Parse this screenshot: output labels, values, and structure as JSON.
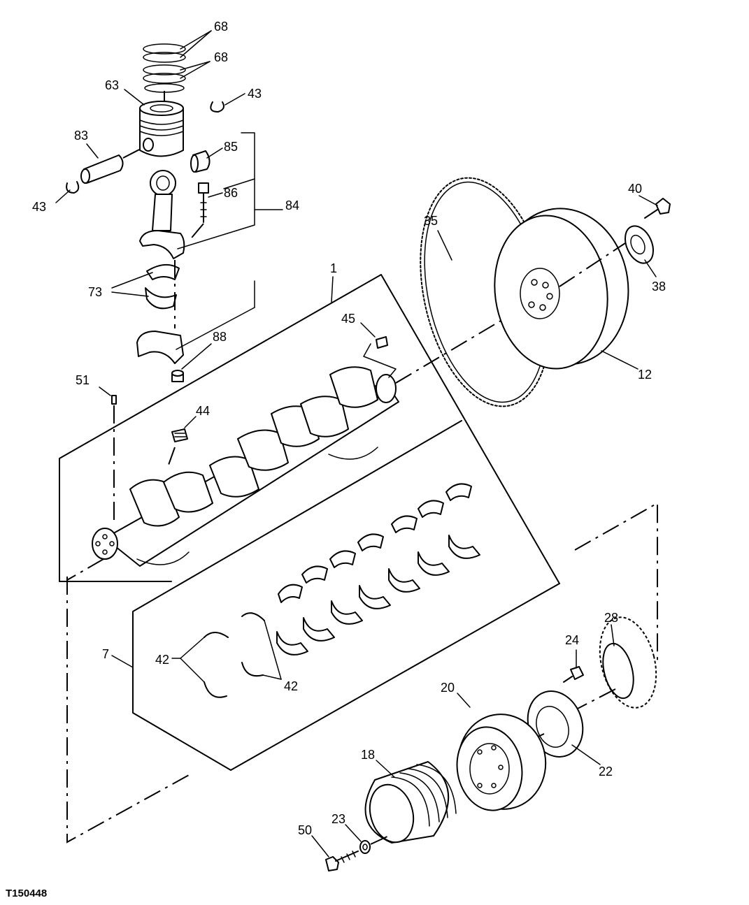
{
  "figure_ref": "T150448",
  "callouts": {
    "c68a": "68",
    "c68b": "68",
    "c63": "63",
    "c43a": "43",
    "c43b": "43",
    "c83": "83",
    "c85": "85",
    "c86": "86",
    "c84": "84",
    "c73": "73",
    "c88": "88",
    "c1": "1",
    "c45": "45",
    "c51": "51",
    "c44": "44",
    "c35": "35",
    "c40": "40",
    "c38": "38",
    "c12": "12",
    "c7": "7",
    "c42a": "42",
    "c42b": "42",
    "c24": "24",
    "c28": "28",
    "c20": "20",
    "c22": "22",
    "c18": "18",
    "c23": "23",
    "c50": "50"
  }
}
